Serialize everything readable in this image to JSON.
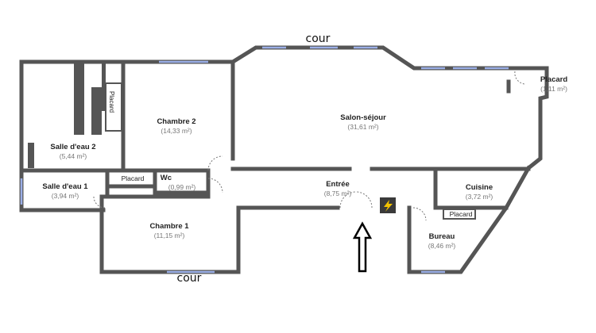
{
  "orientation": {
    "top": "cour",
    "bottom": "cour"
  },
  "rooms": [
    {
      "id": "salon",
      "name": "Salon-séjour",
      "area": "(31,61 m²)"
    },
    {
      "id": "chambre2",
      "name": "Chambre 2",
      "area": "(14,33 m²)"
    },
    {
      "id": "salle_eau2",
      "name": "Salle d'eau 2",
      "area": "(5,44 m²)"
    },
    {
      "id": "salle_eau1",
      "name": "Salle d'eau 1",
      "area": "(3,94 m²)"
    },
    {
      "id": "wc",
      "name": "Wc",
      "area": "(0,99 m²)"
    },
    {
      "id": "entree",
      "name": "Entrée",
      "area": "(8,75 m²)"
    },
    {
      "id": "chambre1",
      "name": "Chambre 1",
      "area": "(11,15 m²)"
    },
    {
      "id": "cuisine",
      "name": "Cuisine",
      "area": "(3,72 m²)"
    },
    {
      "id": "bureau",
      "name": "Bureau",
      "area": "(8,46 m²)"
    },
    {
      "id": "placard_salon",
      "name": "Placard",
      "area": "(1,11 m²)"
    }
  ],
  "placards": {
    "vertical": "Placard",
    "middle": "Placard",
    "cuisine": "Placard"
  },
  "icons": {
    "entrance": "up-arrow-icon",
    "electric": "lightning-icon"
  },
  "colors": {
    "wall": "#555555",
    "window": "#9aaee6",
    "electric_bg": "#3a3a3a",
    "electric_bolt": "#f2c200"
  }
}
